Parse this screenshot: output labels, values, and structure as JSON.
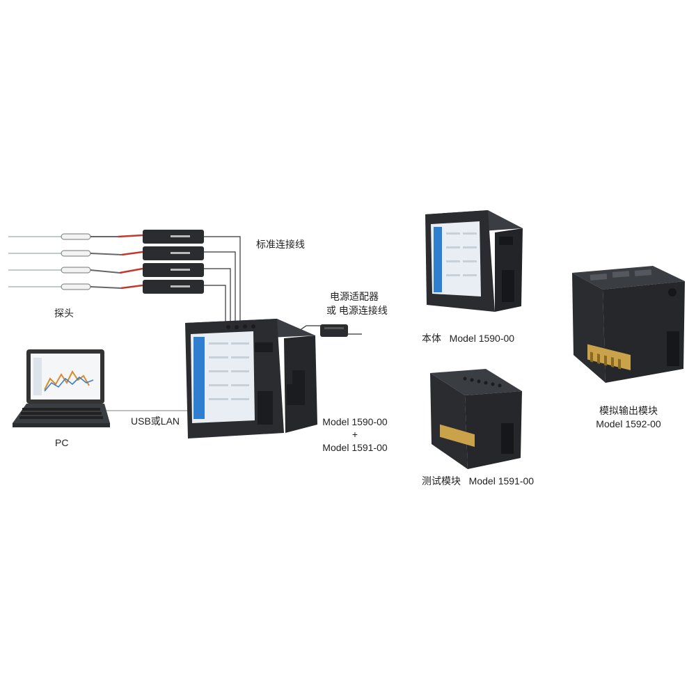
{
  "labels": {
    "probe": "探头",
    "std_cable": "标准连接线",
    "power_line1": "电源适配器",
    "power_line2": "或 电源连接线",
    "pc": "PC",
    "usb_lan": "USB或LAN",
    "combo_line1": "Model 1590-00",
    "combo_plus": "+",
    "combo_line2": "Model 1591-00",
    "main_unit": "本体   Model 1590-00",
    "test_module": "测试模块   Model 1591-00",
    "analog_line1": "模拟输出模块",
    "analog_line2": "Model 1592-00"
  },
  "colors": {
    "device_body": "#2a2c30",
    "device_top": "#3a3d42",
    "screen": "#e9eef4",
    "screen_accent": "#2f7fd0",
    "cable_red": "#c0392b",
    "wire": "#333333",
    "contacts": "#c9a24a"
  },
  "icons": {
    "probe": "probe-icon",
    "adapter": "power-adapter-icon",
    "laptop": "laptop-icon"
  }
}
